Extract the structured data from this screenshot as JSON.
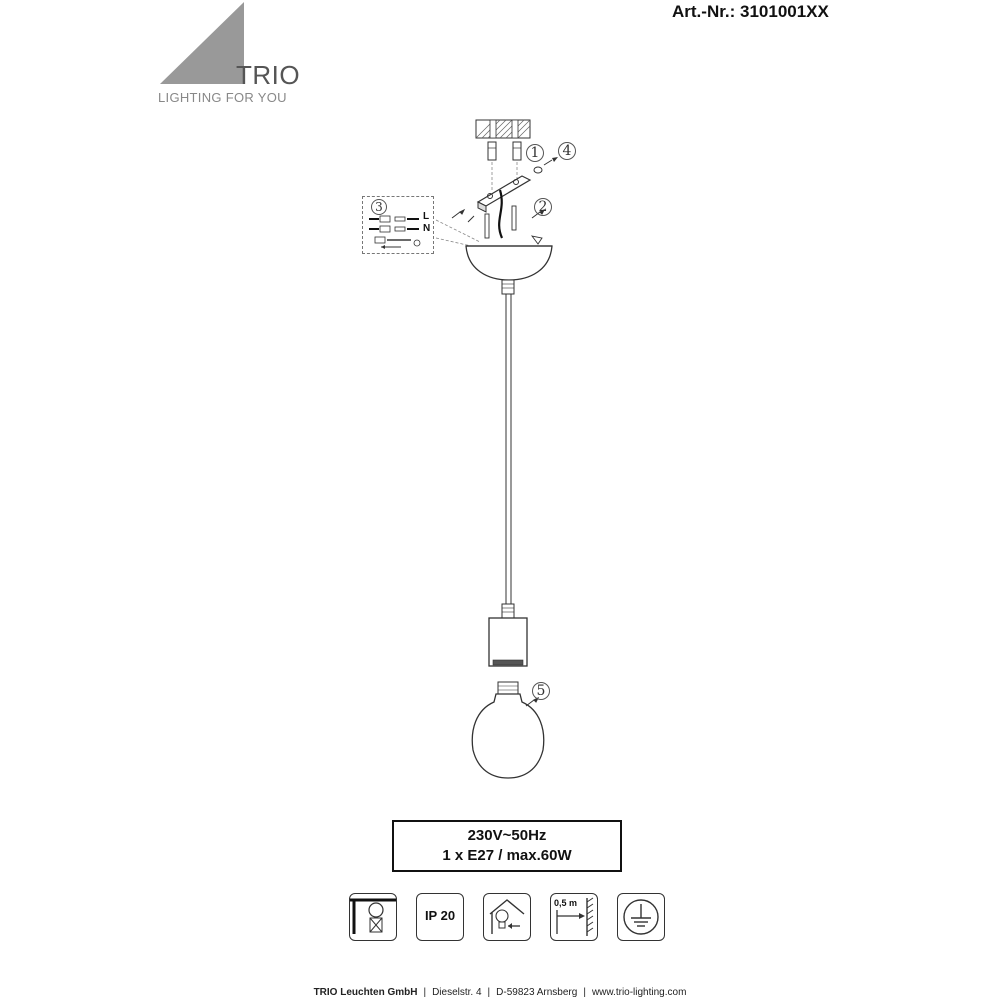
{
  "header": {
    "article_number": "Art.-Nr.: 3101001XX",
    "brand": "TRIO",
    "tagline": "LIGHTING FOR YOU"
  },
  "diagram": {
    "step_labels": [
      "1",
      "2",
      "3",
      "4",
      "5"
    ],
    "wire_labels": [
      "L",
      "N"
    ],
    "distance_label": "0,5 m"
  },
  "specs": {
    "voltage": "230V~50Hz",
    "bulb": "1 x E27 / max.60W"
  },
  "symbols": {
    "ip_rating": "IP 20",
    "icons": [
      "ceiling-mount-icon",
      "ip20-icon",
      "dry-location-icon",
      "minimum-distance-icon",
      "earth-ground-icon"
    ]
  },
  "footer": {
    "company": "TRIO Leuchten GmbH",
    "address": "Dieselstr. 4",
    "city": "D-59823 Arnsberg",
    "website": "www.trio-lighting.com"
  }
}
